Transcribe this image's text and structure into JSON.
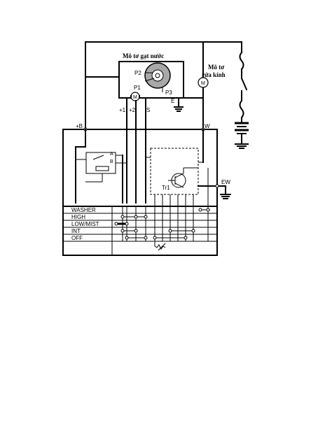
{
  "title_wiper_motor": "Mô tơ gạt nước",
  "title_washer_motor_line1": "Mô tơ",
  "title_washer_motor_line2": "rửa kính",
  "motor": {
    "p1": "P1",
    "p2": "P2",
    "p3": "P3",
    "m": "M",
    "e": "E"
  },
  "washer_motor_symbol": "M",
  "terminals": {
    "plus1": "+1",
    "plus2": "+2",
    "s": "S",
    "plus_b": "+B",
    "w": "W",
    "ew": "EW"
  },
  "relay": {
    "a": "A",
    "b": "B"
  },
  "transistor": "Tr1",
  "switch_rows": [
    "WASHER",
    "HIGH",
    "LOW/MIST",
    "INT",
    "OFF"
  ]
}
